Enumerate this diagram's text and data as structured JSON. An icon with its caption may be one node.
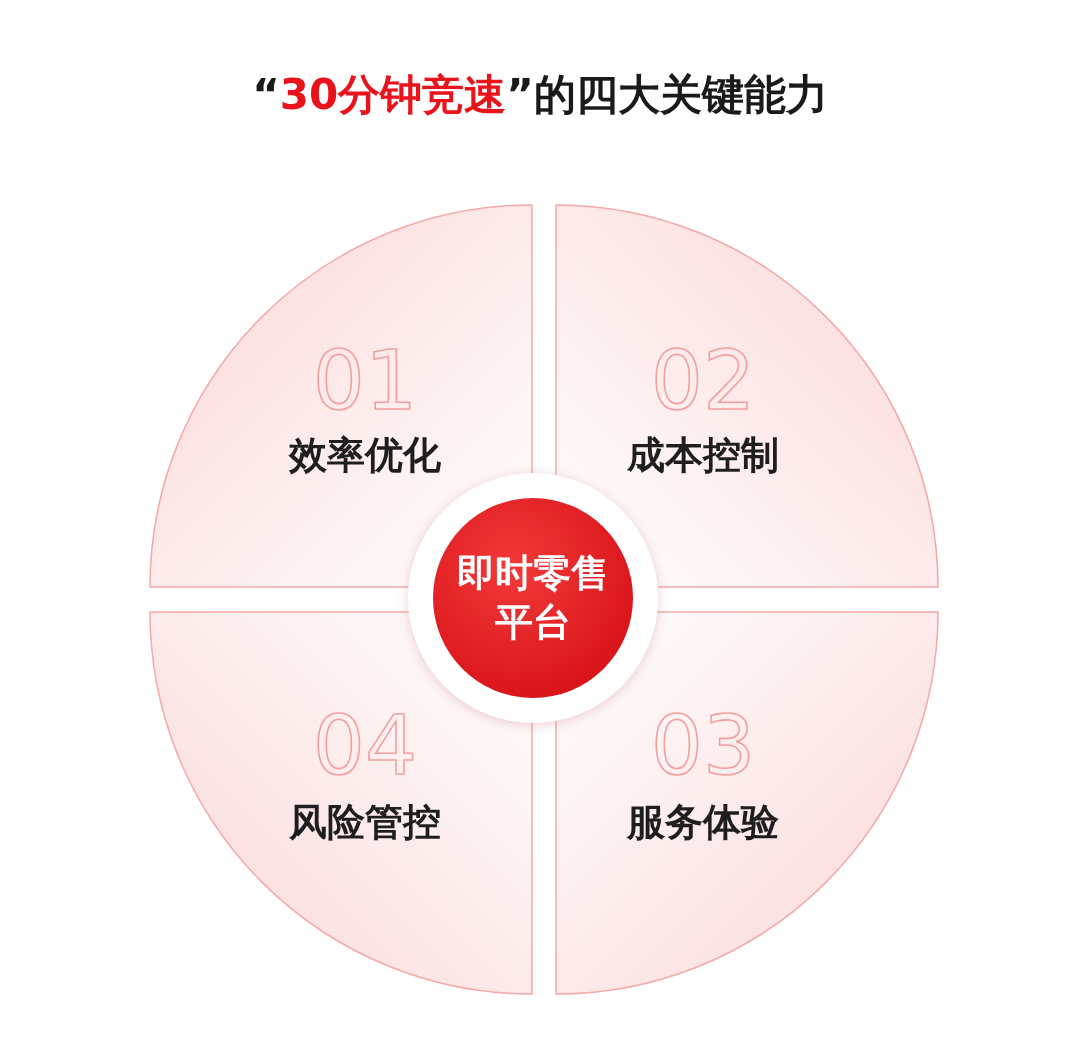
{
  "diagram": {
    "title": "“**30分钟竞速**”的四大关键能力",
    "nodes": [
      {
        "text": [
          "01",
          "效率优化"
        ]
      },
      {
        "text": [
          "02",
          "成本控制"
        ]
      },
      {
        "text": [
          "04",
          "风险管控"
        ]
      },
      {
        "text": [
          "03",
          "服务体验"
        ]
      },
      {
        "text": [
          "即时零售平台"
        ]
      }
    ]
  }
}
